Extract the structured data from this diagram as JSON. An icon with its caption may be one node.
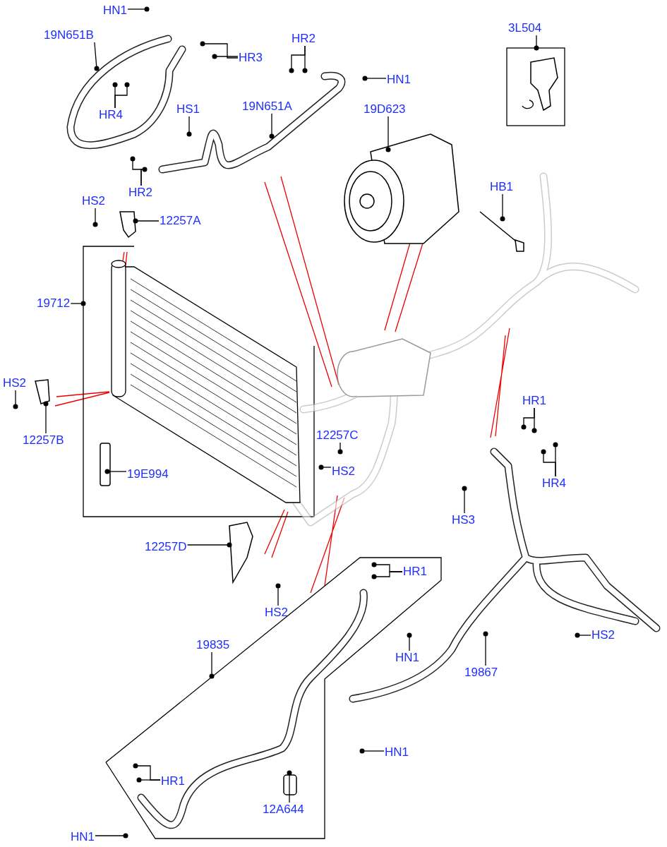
{
  "diagram": {
    "nodes": [
      {
        "text": [
          "HN1"
        ]
      },
      {
        "text": [
          "19N651B"
        ]
      },
      {
        "text": [
          "HR3"
        ]
      },
      {
        "text": [
          "HR2"
        ]
      },
      {
        "text": [
          "HN1"
        ]
      },
      {
        "text": [
          "HR4"
        ]
      },
      {
        "text": [
          "HS1"
        ]
      },
      {
        "text": [
          "19N651A"
        ]
      },
      {
        "text": [
          "HR2"
        ]
      },
      {
        "text": [
          "3L504"
        ]
      },
      {
        "text": [
          "19D623"
        ]
      },
      {
        "text": [
          "HB1"
        ]
      },
      {
        "text": [
          "HS2"
        ]
      },
      {
        "text": [
          "12257A"
        ]
      },
      {
        "text": [
          "19712"
        ]
      },
      {
        "text": [
          "HS2"
        ]
      },
      {
        "text": [
          "12257B"
        ]
      },
      {
        "text": [
          "19E994"
        ]
      },
      {
        "text": [
          "12257C"
        ]
      },
      {
        "text": [
          "HS2"
        ]
      },
      {
        "text": [
          "HR1"
        ]
      },
      {
        "text": [
          "HR4"
        ]
      },
      {
        "text": [
          "HS3"
        ]
      },
      {
        "text": [
          "12257D"
        ]
      },
      {
        "text": [
          "HS2"
        ]
      },
      {
        "text": [
          "HR1"
        ]
      },
      {
        "text": [
          "19835"
        ]
      },
      {
        "text": [
          "HN1"
        ]
      },
      {
        "text": [
          "19867"
        ]
      },
      {
        "text": [
          "HS2"
        ]
      },
      {
        "text": [
          "HR1"
        ]
      },
      {
        "text": [
          "HN1"
        ]
      },
      {
        "text": [
          "12A644"
        ]
      },
      {
        "text": [
          "HN1"
        ]
      },
      {
        "text": [],
        "shape": "picture"
      },
      {
        "text": [],
        "shape": "picture"
      },
      {
        "text": [],
        "shape": "picture"
      }
    ],
    "edges": [
      {
        "from": 0,
        "to": null,
        "arrow": "other"
      },
      {
        "from": 1,
        "to": null,
        "arrow": "other"
      },
      {
        "from": 2,
        "to": null,
        "arrow": "other"
      },
      {
        "from": 2,
        "to": null,
        "arrow": "other"
      },
      {
        "from": 3,
        "to": null,
        "arrow": "other"
      },
      {
        "from": 3,
        "to": null,
        "arrow": "other"
      },
      {
        "from": 4,
        "to": null,
        "arrow": "other"
      },
      {
        "from": 5,
        "to": null,
        "arrow": "other"
      },
      {
        "from": 5,
        "to": null,
        "arrow": "other"
      },
      {
        "from": 6,
        "to": null,
        "arrow": "other"
      },
      {
        "from": 7,
        "to": null,
        "arrow": "other"
      },
      {
        "from": 8,
        "to": null,
        "arrow": "other"
      },
      {
        "from": 8,
        "to": null,
        "arrow": "other"
      },
      {
        "from": 9,
        "to": null,
        "arrow": "other"
      },
      {
        "from": 10,
        "to": null,
        "arrow": "other"
      },
      {
        "from": 11,
        "to": null,
        "arrow": "other"
      },
      {
        "from": 12,
        "to": null,
        "arrow": "other"
      },
      {
        "from": 13,
        "to": 34,
        "arrow": "other"
      },
      {
        "from": 14,
        "to": null,
        "arrow": "other"
      },
      {
        "from": 15,
        "to": null,
        "arrow": "other"
      },
      {
        "from": 16,
        "to": 35,
        "arrow": "other"
      },
      {
        "from": 17,
        "to": null,
        "arrow": "other"
      },
      {
        "from": 18,
        "to": null,
        "arrow": "other"
      },
      {
        "from": 19,
        "to": null,
        "arrow": "other"
      },
      {
        "from": 20,
        "to": null,
        "arrow": "other"
      },
      {
        "from": 20,
        "to": null,
        "arrow": "other"
      },
      {
        "from": 21,
        "to": null,
        "arrow": "other"
      },
      {
        "from": 21,
        "to": null,
        "arrow": "other"
      },
      {
        "from": 22,
        "to": null,
        "arrow": "other"
      },
      {
        "from": 23,
        "to": 36,
        "arrow": "other"
      },
      {
        "from": 24,
        "to": null,
        "arrow": "other"
      },
      {
        "from": 25,
        "to": null,
        "arrow": "other"
      },
      {
        "from": 25,
        "to": null,
        "arrow": "other"
      },
      {
        "from": 26,
        "to": null,
        "arrow": "other"
      },
      {
        "from": 27,
        "to": null,
        "arrow": "other"
      },
      {
        "from": 28,
        "to": null,
        "arrow": "other"
      },
      {
        "from": 29,
        "to": null,
        "arrow": "other"
      },
      {
        "from": 30,
        "to": null,
        "arrow": "other"
      },
      {
        "from": 30,
        "to": null,
        "arrow": "other"
      },
      {
        "from": 31,
        "to": null,
        "arrow": "other"
      },
      {
        "from": 32,
        "to": null,
        "arrow": "other"
      },
      {
        "from": 33,
        "to": null,
        "arrow": "other"
      }
    ]
  }
}
